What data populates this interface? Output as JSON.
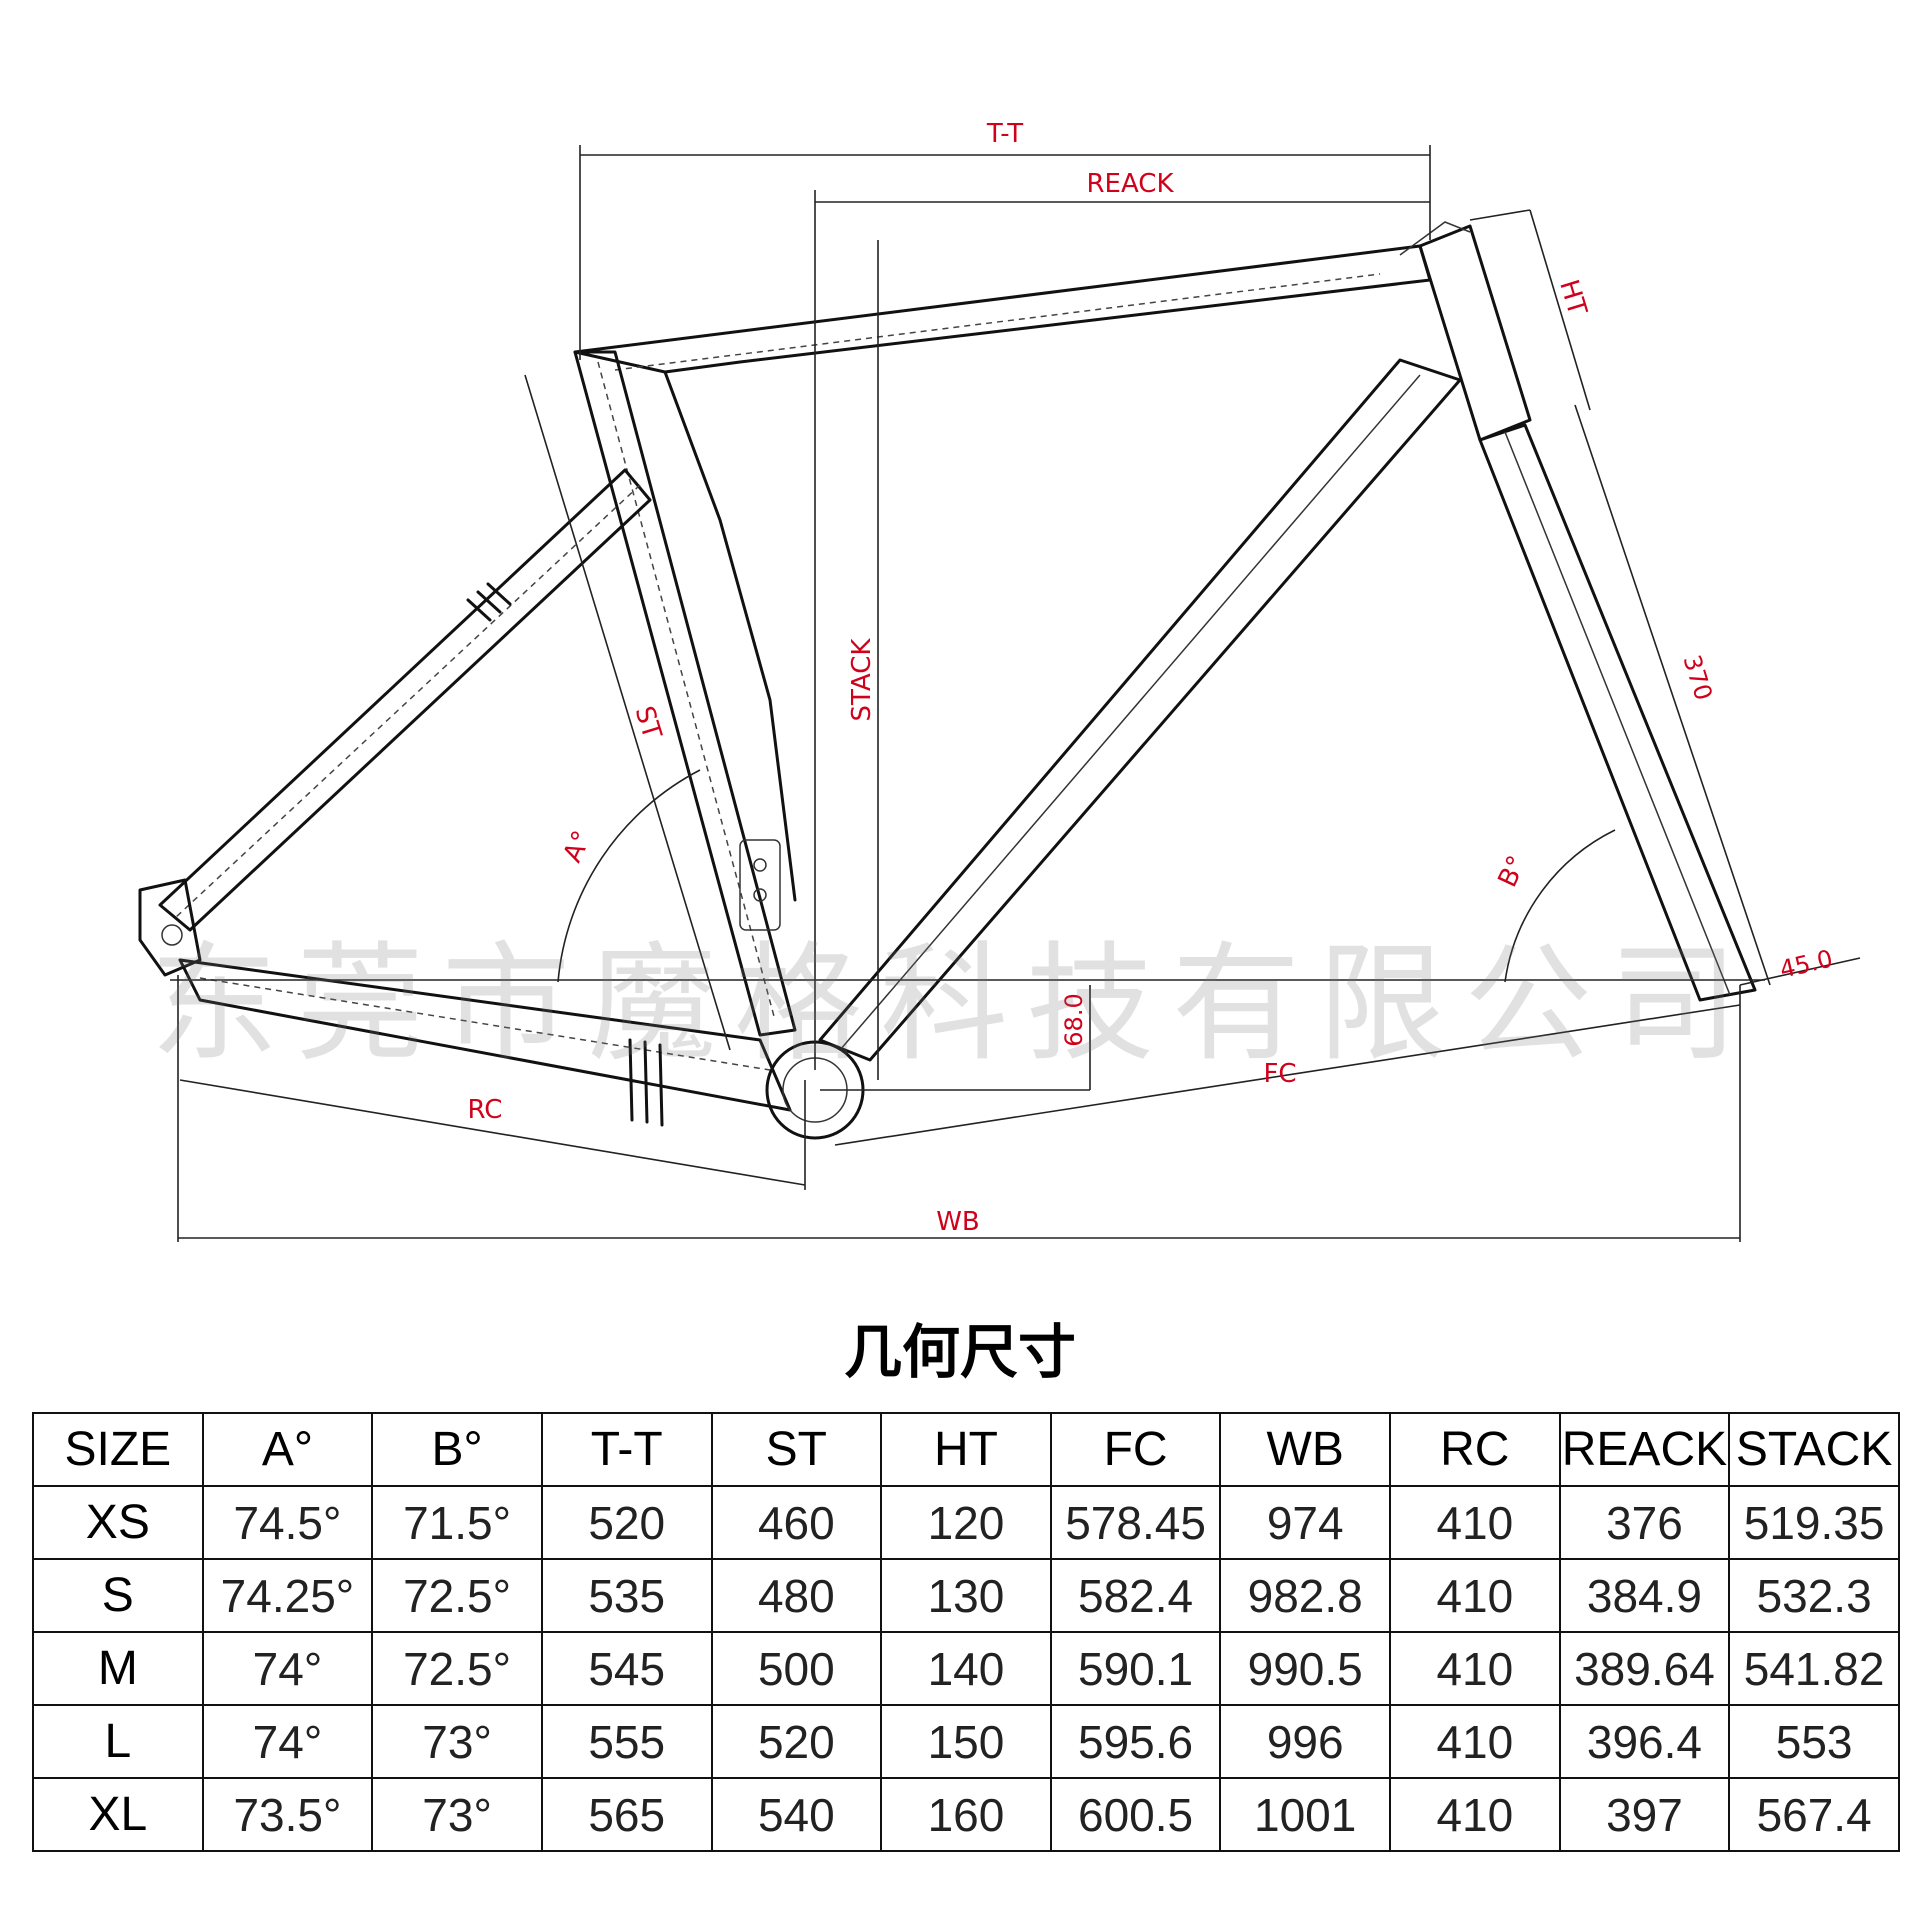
{
  "diagram": {
    "labels": {
      "tt": "T-T",
      "reach": "REACK",
      "ht": "HT",
      "stack": "STACK",
      "st": "ST",
      "fork": "370",
      "angle_a": "A°",
      "angle_b": "B°",
      "bb_drop": "68.0",
      "offset": "45.0",
      "fc": "FC",
      "rc": "RC",
      "wb": "WB"
    },
    "watermark": "东莞市魔格科技有限公司"
  },
  "table": {
    "title": "几何尺寸",
    "headers": [
      "SIZE",
      "A°",
      "B°",
      "T-T",
      "ST",
      "HT",
      "FC",
      "WB",
      "RC",
      "REACK",
      "STACK"
    ],
    "rows": [
      [
        "XS",
        "74.5°",
        "71.5°",
        "520",
        "460",
        "120",
        "578.45",
        "974",
        "410",
        "376",
        "519.35"
      ],
      [
        "S",
        "74.25°",
        "72.5°",
        "535",
        "480",
        "130",
        "582.4",
        "982.8",
        "410",
        "384.9",
        "532.3"
      ],
      [
        "M",
        "74°",
        "72.5°",
        "545",
        "500",
        "140",
        "590.1",
        "990.5",
        "410",
        "389.64",
        "541.82"
      ],
      [
        "L",
        "74°",
        "73°",
        "555",
        "520",
        "150",
        "595.6",
        "996",
        "410",
        "396.4",
        "553"
      ],
      [
        "XL",
        "73.5°",
        "73°",
        "565",
        "540",
        "160",
        "600.5",
        "1001",
        "410",
        "397",
        "567.4"
      ]
    ]
  }
}
